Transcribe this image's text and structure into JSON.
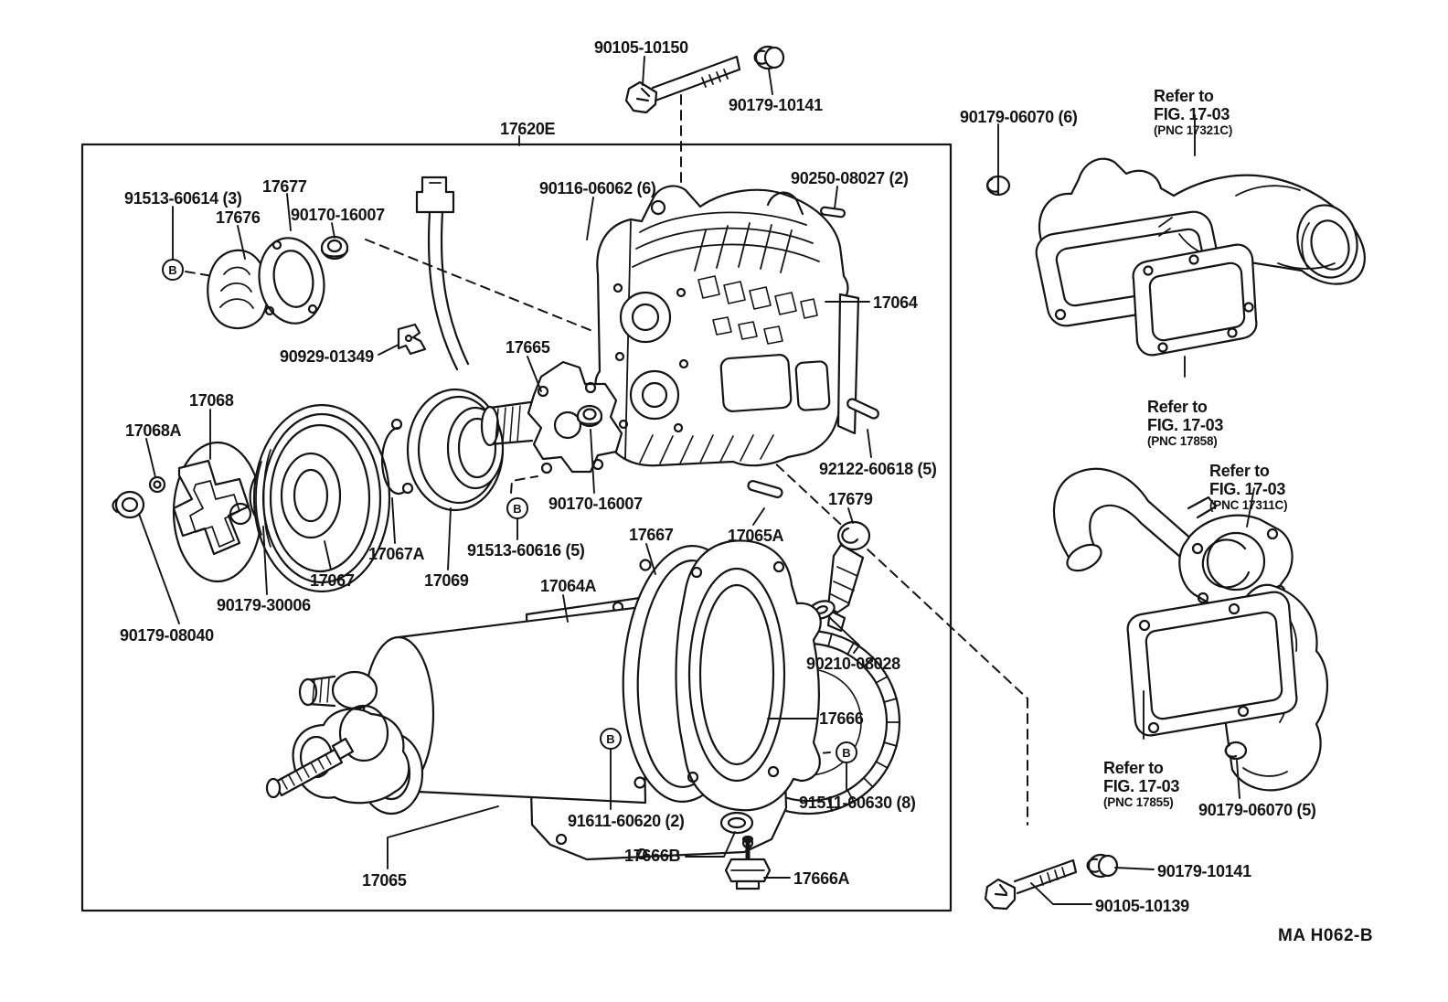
{
  "diagram": {
    "figure_code": "MA  H062-B",
    "marker": "B",
    "labels": {
      "p90105_10150": "90105-10150",
      "p90179_10141_top": "90179-10141",
      "p17620E": "17620E",
      "p90179_06070_6": "90179-06070 (6)",
      "p91513_60614": "91513-60614 (3)",
      "p17677": "17677",
      "p17676": "17676",
      "p90170_16007_top": "90170-16007",
      "p90116_06062": "90116-06062 (6)",
      "p90250_08027": "90250-08027 (2)",
      "p17064": "17064",
      "p90929_01349": "90929-01349",
      "p17665": "17665",
      "p17068": "17068",
      "p17068A": "17068A",
      "p92122_60618": "92122-60618 (5)",
      "p17679": "17679",
      "p90170_16007_mid": "90170-16007",
      "p17667": "17667",
      "p17065A": "17065A",
      "p91513_60616": "91513-60616 (5)",
      "p17067A": "17067A",
      "p17067": "17067",
      "p17069": "17069",
      "p17064A": "17064A",
      "p90179_30006": "90179-30006",
      "p90179_08040": "90179-08040",
      "p90210_08028": "90210-08028",
      "p17666": "17666",
      "p91611_60620": "91611-60620 (2)",
      "p91511_60630": "91511-60630 (8)",
      "p90179_06070_5": "90179-06070 (5)",
      "p17666B": "17666B",
      "p90179_10141_bot": "90179-10141",
      "p17666A": "17666A",
      "p17065": "17065",
      "p90105_10139": "90105-10139"
    },
    "refs": {
      "r17321C": {
        "main": "Refer to\nFIG. 17-03",
        "sub": "(PNC 17321C)"
      },
      "r17858": {
        "main": "Refer to\nFIG. 17-03",
        "sub": "(PNC 17858)"
      },
      "r17311C": {
        "main": "Refer to\nFIG. 17-03",
        "sub": "(PNC 17311C)"
      },
      "r17855": {
        "main": "Refer to\nFIG. 17-03",
        "sub": "(PNC 17855)"
      }
    }
  }
}
